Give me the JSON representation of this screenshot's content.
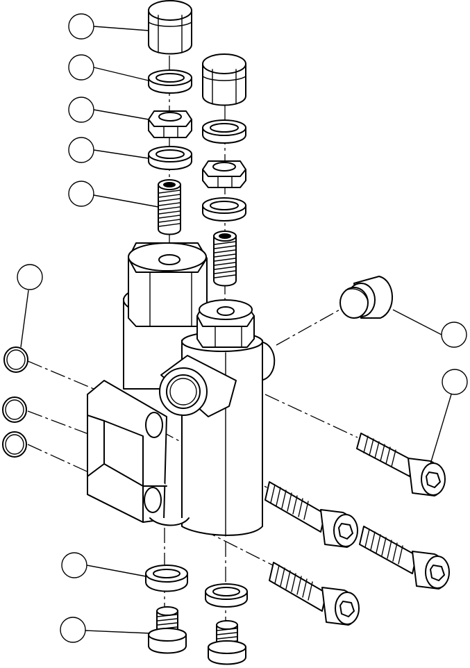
{
  "diagram": {
    "type": "exploded-parts-view",
    "callout_labels": [
      "",
      "",
      "",
      "",
      "",
      "",
      "",
      "",
      "",
      "",
      "",
      ""
    ],
    "colors": {
      "line": "#000000",
      "background": "#ffffff"
    },
    "parts": [
      "cap-nut",
      "seal-washer",
      "lock-nut",
      "seal-washer",
      "adjusting-screw",
      "o-ring",
      "o-ring",
      "o-ring",
      "plug",
      "cap-screw",
      "cap-screw",
      "cap-screw",
      "cap-screw",
      "seal-washer",
      "plug",
      "valve-body"
    ]
  }
}
